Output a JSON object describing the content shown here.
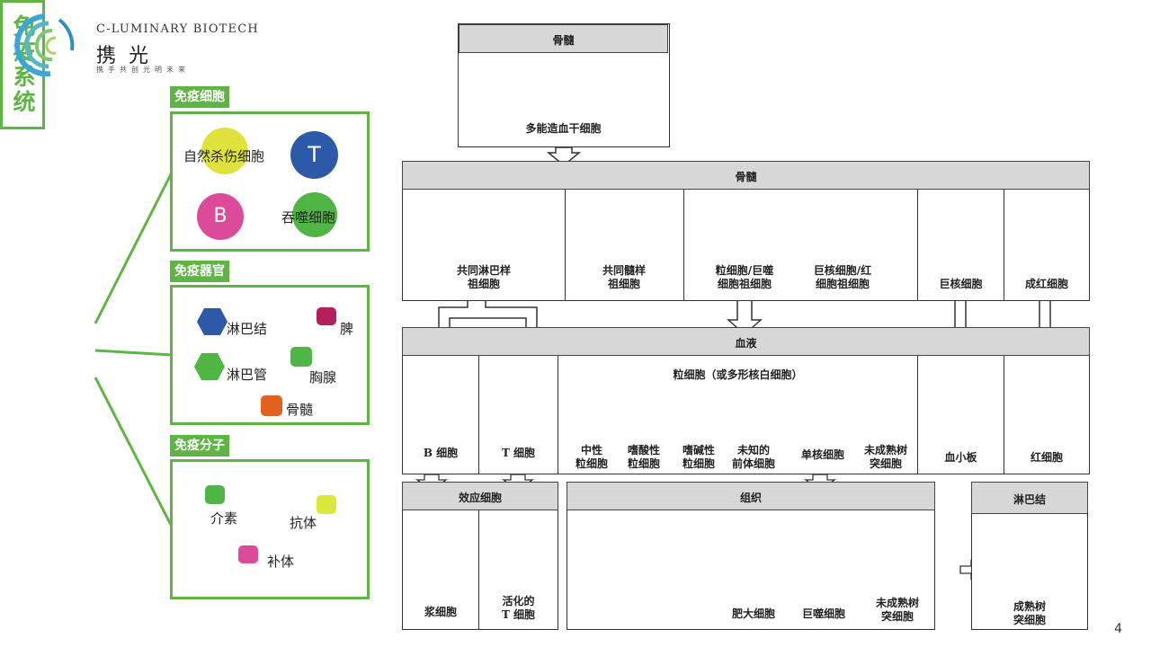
{
  "brand": {
    "name_en": "C-Luminary Biotech",
    "name_cn": "携光",
    "slogan": "携手共创光明未来"
  },
  "mindmap": {
    "root": "免疫系统",
    "cells": {
      "title": "免疫细胞",
      "items": {
        "nk": "自然杀伤细胞",
        "t": "T",
        "b": "B",
        "phagocyte": "吞噬细胞"
      }
    },
    "organs": {
      "title": "免疫器官",
      "items": {
        "lymph_node": "淋巴结",
        "spleen": "脾",
        "lymph_duct": "淋巴管",
        "thymus": "胸腺",
        "marrow": "骨髓"
      }
    },
    "molecules": {
      "title": "免疫分子",
      "items": {
        "interleukin": "介素",
        "antibody": "抗体",
        "complement": "补体"
      }
    },
    "colors": {
      "green": "#5fb544",
      "yellow": "#dfe23a",
      "blue": "#2c5aa8",
      "pink": "#dc4b9a",
      "crimson": "#b41f5c",
      "orange": "#e2611c",
      "lime": "#d9e83a"
    }
  },
  "diagram": {
    "top_band": "骨髓",
    "stem_cell": "多能造血干细胞",
    "marrow_band": "骨髓",
    "progenitors": {
      "lymphoid": "共同淋巴样\n祖细胞",
      "myeloid": "共同髓样\n祖细胞",
      "granulocyte_macrophage": "粒细胞/巨噬\n细胞祖细胞",
      "megakaryocyte_erythroid": "巨核细胞/红\n细胞祖细胞",
      "megakaryocyte": "巨核细胞",
      "erythroblast": "成红细胞"
    },
    "blood_band": "血液",
    "blood": {
      "b_cell": "B 细胞",
      "t_cell": "T 细胞",
      "granulocyte_title": "粒细胞（或多形核白细胞）",
      "neutrophil": "中性\n粒细胞",
      "eosinophil": "嗜酸性\n粒细胞",
      "basophil": "嗜碱性\n粒细胞",
      "unknown_precursor": "未知的\n前体细胞",
      "monocyte": "单核细胞",
      "immature_dc": "未成熟树\n突细胞",
      "platelet": "血小板",
      "erythrocyte": "红细胞"
    },
    "effector_band": "效应细胞",
    "effector": {
      "plasma": "浆细胞",
      "activated_t": "活化的\nT 细胞"
    },
    "tissue_band": "组织",
    "tissue": {
      "mast": "肥大细胞",
      "macrophage": "巨噬细胞",
      "immature_dc": "未成熟树\n突细胞"
    },
    "lymph_band": "淋巴结",
    "lymph": {
      "mature_dc": "成熟树\n突细胞"
    }
  },
  "page_number": "4"
}
